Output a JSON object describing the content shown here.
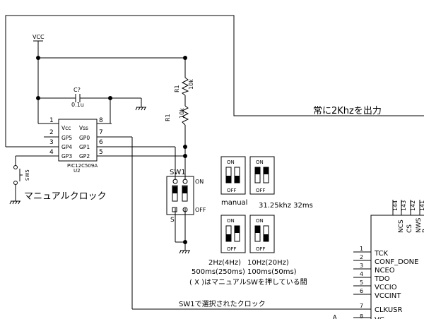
{
  "annotations": {
    "always_2khz": "常に2Khzを出力",
    "manual_clock": "マニュアルクロック",
    "sw1_selected_clock": "SW1で選択されたクロック",
    "paren_note": "( X )はマニュアルSWを押している間"
  },
  "parts": {
    "vcc": "VCC",
    "cap_ref": "C?",
    "cap_val": "0.1u",
    "r1_ref": "R1",
    "r1_val": "10k",
    "r2_ref": "R1",
    "r2_val": "10k",
    "sw5": "SW5",
    "sw1": "SW1",
    "sw1_s": "S",
    "on": "ON",
    "off": "OFF"
  },
  "ic": {
    "name": "PIC12C509A",
    "ref": "U2",
    "left_pins": [
      {
        "num": "1",
        "name": "Vcc"
      },
      {
        "num": "2",
        "name": "GP5"
      },
      {
        "num": "3",
        "name": "GP4"
      },
      {
        "num": "4",
        "name": "GP3"
      }
    ],
    "right_pins": [
      {
        "num": "8",
        "name": "Vss"
      },
      {
        "num": "7",
        "name": "GP0"
      },
      {
        "num": "6",
        "name": "GP1"
      },
      {
        "num": "5",
        "name": "GP2"
      }
    ]
  },
  "dip_settings": {
    "manual": "manual",
    "freq_325": "31.25khz 32ms",
    "freq_2hz": "2Hz(4Hz)",
    "freq_10hz": "10Hz(20Hz)",
    "time_line": "500ms(250ms) 100ms(50ms)",
    "on": "ON",
    "off": "OFF"
  },
  "fpga": {
    "top_pins": [
      "144",
      "143",
      "142",
      "141"
    ],
    "top_names": [
      "NCS",
      "CS",
      "NWS",
      "R"
    ],
    "pins": [
      {
        "num": "1",
        "name": "TCK"
      },
      {
        "num": "2",
        "name": "CONF_DONE"
      },
      {
        "num": "3",
        "name": "NCEO"
      },
      {
        "num": "4",
        "name": "TDO"
      },
      {
        "num": "5",
        "name": "VCCIO"
      },
      {
        "num": "6",
        "name": "VCCINT"
      },
      {
        "num": "7",
        "name": "CLKUSR"
      },
      {
        "num": "8",
        "name": "VC"
      }
    ],
    "bottom_a": "A"
  }
}
